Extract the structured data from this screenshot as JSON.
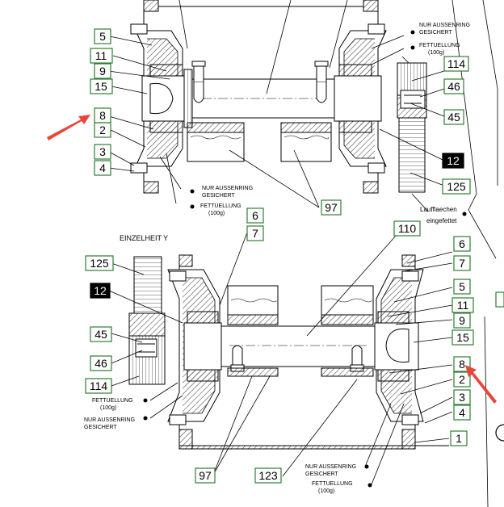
{
  "colors": {
    "callout_border": "#2e7d32",
    "callout_highlight_bg": "#000000",
    "callout_highlight_fg": "#ffffff",
    "arrow": "#e8463b",
    "hatch": "#333333"
  },
  "callouts_top": {
    "c5": "5",
    "c11": "11",
    "c9": "9",
    "c15": "15",
    "c8": "8",
    "c2": "2",
    "c3": "3",
    "c4": "4",
    "c114": "114",
    "c46": "46",
    "c45": "45",
    "c12": "12",
    "c125": "125",
    "c97": "97"
  },
  "callouts_bottom": {
    "c6": "6",
    "c7": "7",
    "c110": "110",
    "c6r": "6",
    "c7r": "7",
    "c5r": "5",
    "c11r": "11",
    "c9r": "9",
    "c15r": "15",
    "c8r": "8",
    "c2r": "2",
    "c3r": "3",
    "c4r": "4",
    "c1": "1",
    "c125": "125",
    "c12": "12",
    "c45": "45",
    "c46": "46",
    "c114": "114",
    "c97": "97",
    "c123": "123"
  },
  "notes": {
    "nur_aussenring": "NUR AUSSENRING",
    "gesichert": "GESICHERT",
    "fettuellung": "FETTUELLUNG",
    "fett_menge": "(100g)",
    "laufflaechen": "Laufflaechen",
    "eingefettet": "eingefettet",
    "einzelheit": "EINZELHEIT    Y"
  }
}
